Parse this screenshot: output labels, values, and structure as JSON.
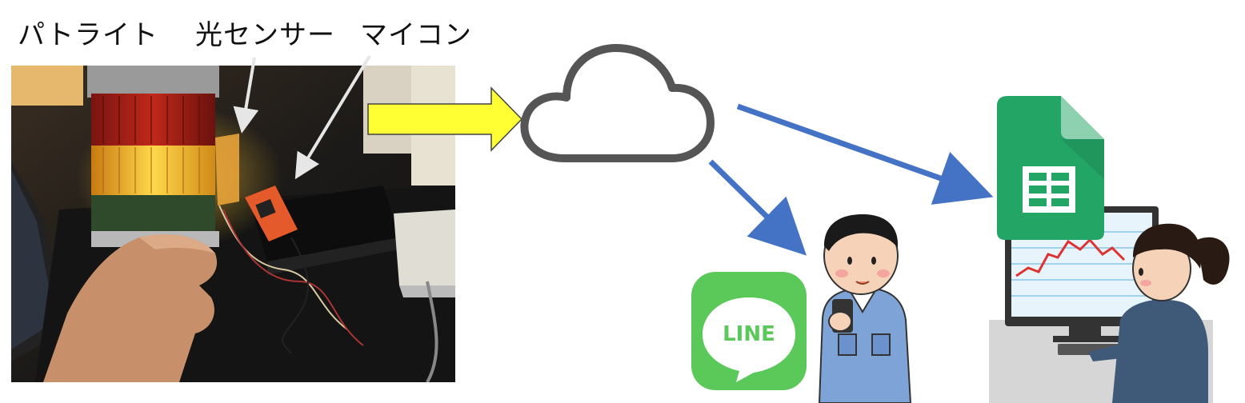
{
  "labels": {
    "patlite": "パトライト",
    "light_sensor": "光センサー",
    "microcontroller": "マイコン"
  },
  "line_app": {
    "icon_text": "LINE"
  },
  "icons": {
    "cloud": "cloud-icon",
    "sheets": "google-sheets-icon",
    "line": "line-app-icon"
  },
  "colors": {
    "arrow_yellow": "#ffff33",
    "arrow_blue": "#4472c4",
    "cloud_stroke": "#555555",
    "line_green": "#5ac95a",
    "sheets_green": "#23a566"
  }
}
